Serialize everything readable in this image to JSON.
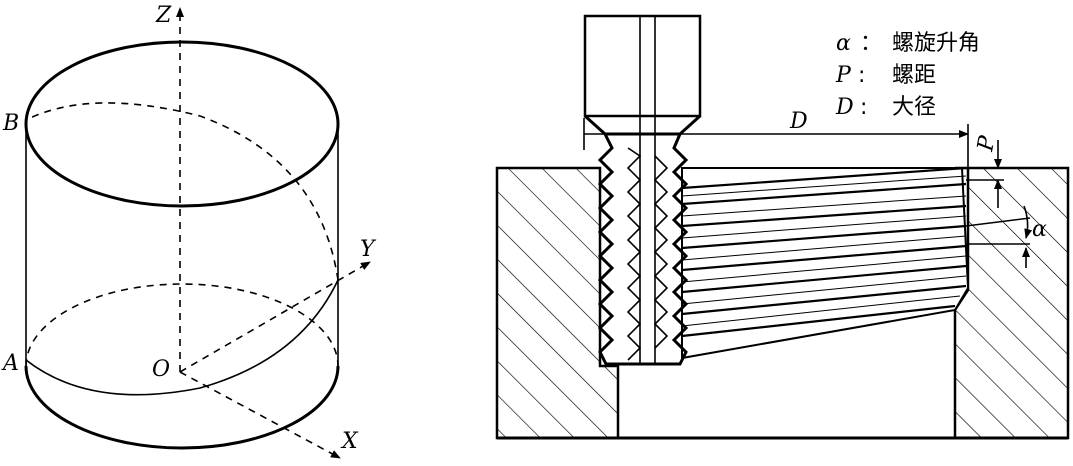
{
  "left_figure": {
    "axis_z": "Z",
    "axis_y": "Y",
    "axis_x": "X",
    "origin": "O",
    "point_a": "A",
    "point_b": "B"
  },
  "right_figure": {
    "dim_d": "D",
    "dim_p": "P",
    "angle_alpha": "α",
    "legend": [
      {
        "symbol": "α",
        "sep": "：",
        "text": "螺旋升角"
      },
      {
        "symbol": "P",
        "sep": ":",
        "text": "螺距"
      },
      {
        "symbol": "D",
        "sep": ":",
        "text": "大径"
      }
    ]
  }
}
